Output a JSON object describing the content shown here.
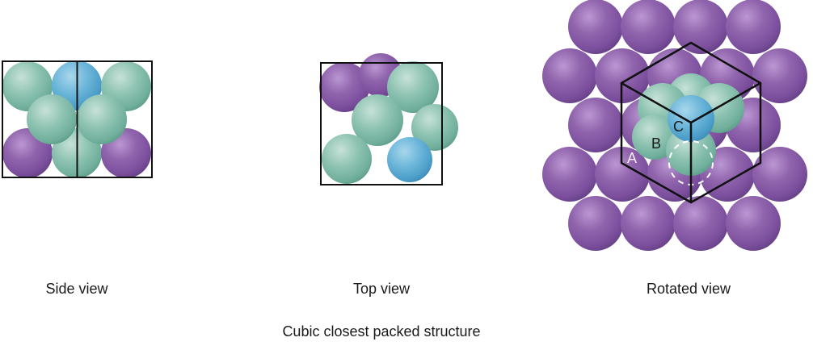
{
  "figure": {
    "caption": "Cubic closest packed structure",
    "views": {
      "side": {
        "label": "Side view"
      },
      "top": {
        "label": "Top view"
      },
      "rotated": {
        "label": "Rotated view",
        "layer_labels": {
          "a": "A",
          "b": "B",
          "c": "C"
        }
      }
    },
    "colors": {
      "layer_a_purple": "#7b4f9d",
      "layer_b_teal": "#6fae9b",
      "layer_c_blue": "#4a9cc8",
      "outline_black": "#111111",
      "dashed_circle_white": "#ffffff",
      "background": "#ffffff"
    }
  }
}
